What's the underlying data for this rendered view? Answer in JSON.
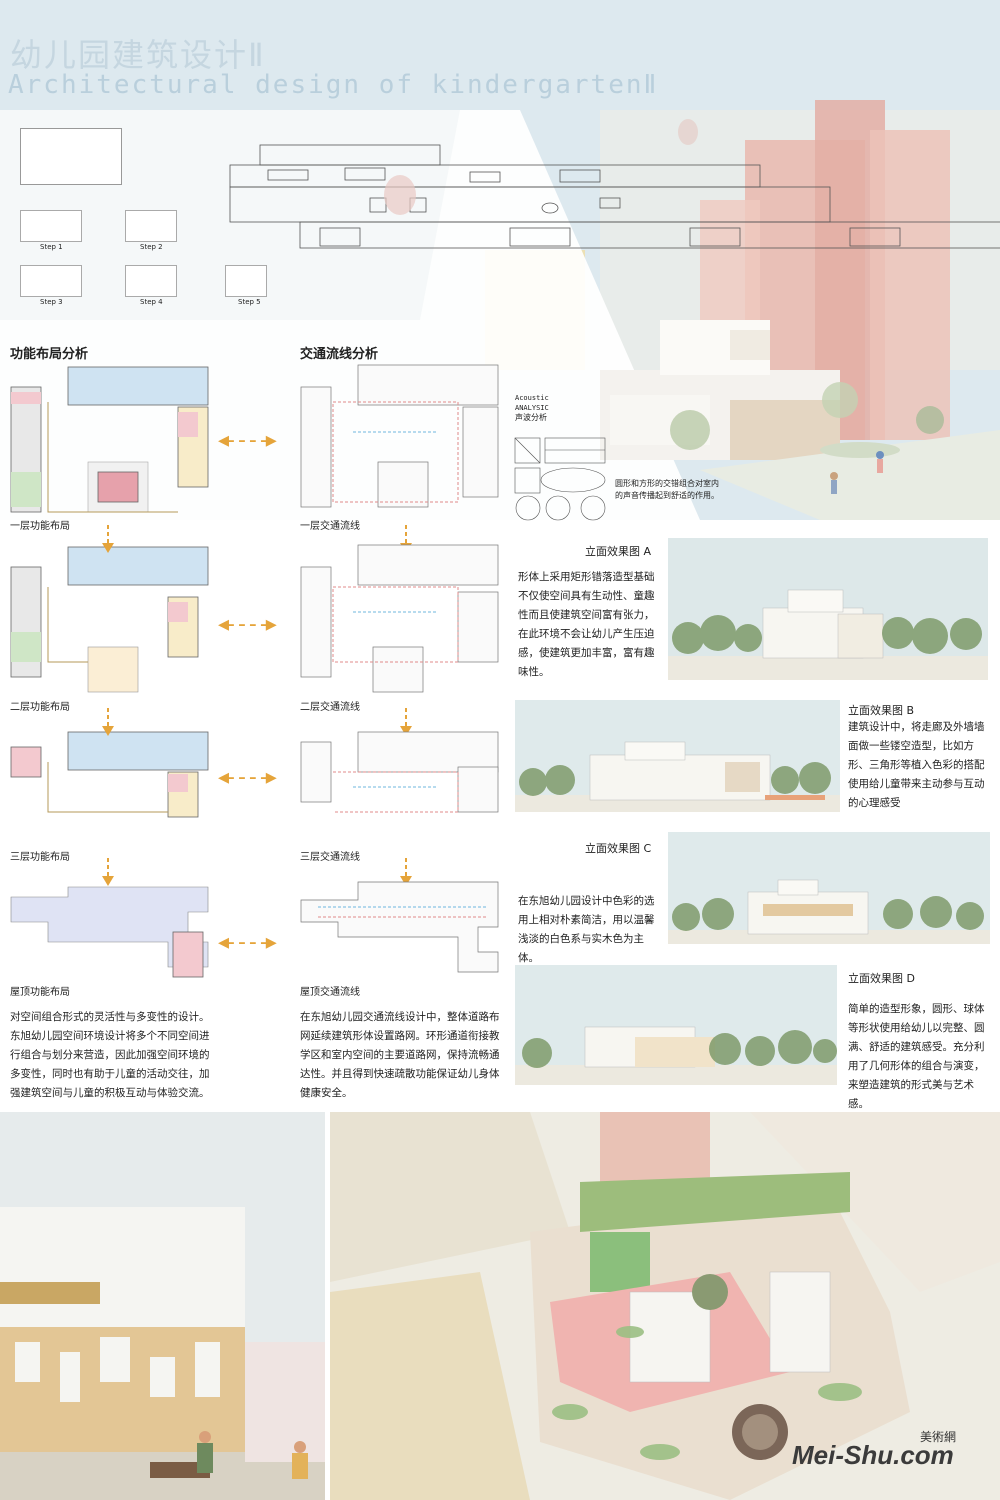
{
  "header": {
    "title_cn": "幼儿园建筑设计Ⅱ",
    "title_en": "Architectural design of kindergartenⅡ"
  },
  "steps": [
    "Step 1",
    "Step 2",
    "Step 3",
    "Step 4",
    "Step 5"
  ],
  "function": {
    "heading": "功能布局分析",
    "floors": [
      "一层功能布局",
      "二层功能布局",
      "三层功能布局",
      "屋顶功能布局"
    ],
    "description": "对空间组合形式的灵活性与多变性的设计。东旭幼儿园空间环境设计将多个不同空间进行组合与划分来营造，因此加强空间环境的多变性，同时也有助于儿童的活动交往，加强建筑空间与儿童的积极互动与体验交流。"
  },
  "traffic": {
    "heading": "交通流线分析",
    "floors": [
      "一层交通流线",
      "二层交通流线",
      "三层交通流线",
      "屋顶交通流线"
    ],
    "description": "在东旭幼儿园交通流线设计中，整体道路布网延续建筑形体设置路网。环形通道衔接教学区和室内空间的主要道路网，保持流畅通达性。并且得到快速疏散功能保证幼儿身体健康安全。"
  },
  "acoustic": {
    "title_line1": "Acoustic",
    "title_line2": "ANALYSIC",
    "title_cn": "声波分析",
    "note": "圆形和方形的交错组合对室内的声音传播起到舒适的作用。"
  },
  "elevations": [
    {
      "title": "立面效果图 A",
      "text": "形体上采用矩形错落造型基础不仅使空间具有生动性、童趣性而且使建筑空间富有张力，在此环境不会让幼儿产生压迫感，使建筑更加丰富，富有趣味性。"
    },
    {
      "title": "立面效果图 B",
      "text": "建筑设计中，将走廊及外墙墙面做一些镂空造型，比如方形、三角形等植入色彩的搭配使用给儿童带来主动参与互动的心理感受"
    },
    {
      "title": "立面效果图 C",
      "text": "在东旭幼儿园设计中色彩的选用上相对朴素简洁，用以温馨浅淡的白色系与实木色为主体。"
    },
    {
      "title": "立面效果图 D",
      "text": "简单的造型形象，圆形、球体等形状使用给幼儿以完整、圆满、舒适的建筑感受。充分利用了几何形体的组合与演变，来塑造建筑的形式美与艺术感。"
    }
  ],
  "watermark": {
    "brand": "Mei-Shu.com",
    "brand_cn": "美術網"
  },
  "icons": [
    "double-arrow-icon",
    "down-arrow-icon"
  ],
  "colors": {
    "accent_orange": "#e5a43a",
    "plan_blue": "#cfe3f2",
    "plan_pink": "#f3c9cf",
    "plan_yellow": "#f8ecc9",
    "plan_green": "#cfe6c6",
    "pink_tower": "#e9b8ae"
  }
}
